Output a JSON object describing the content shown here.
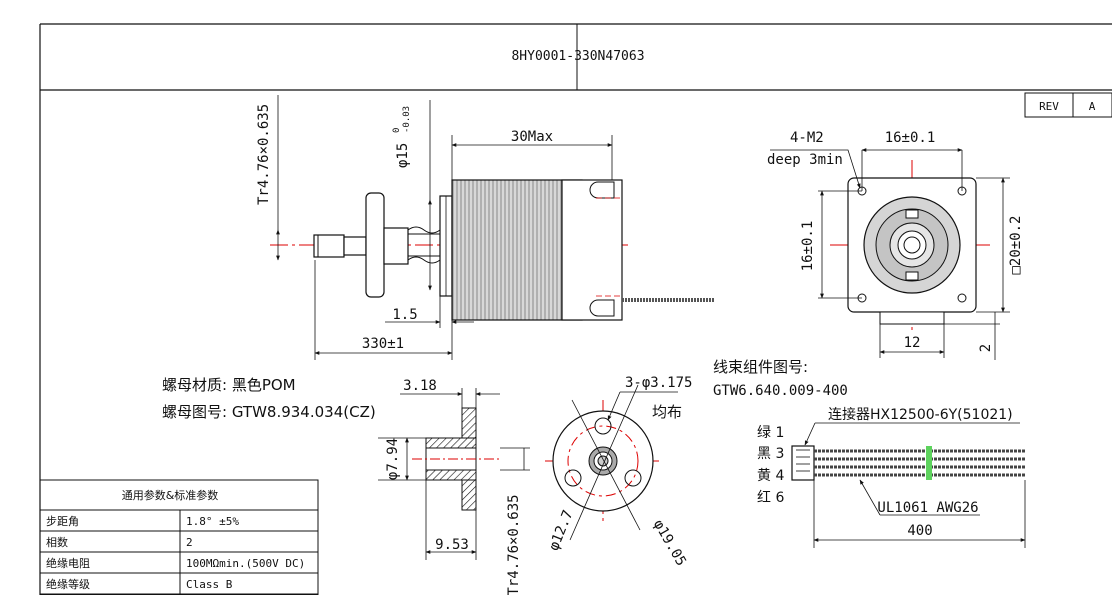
{
  "title_block": {
    "drawing_number": "8HY0001-330N47063",
    "rev_label": "REV",
    "rev_value": "A"
  },
  "side_view": {
    "thread_spec": "Tr4.76×0.635",
    "shaft_dia": "φ15",
    "shaft_tol_upper": "0",
    "shaft_tol_lower": "-0.03",
    "motor_length": "30Max",
    "flange_thickness": "1.5",
    "screw_length": "330±1"
  },
  "front_view": {
    "hole_spec": "4-M2",
    "hole_depth": "deep 3min",
    "hole_spacing_h": "16±0.1",
    "hole_spacing_v": "16±0.1",
    "body_size": "□20±0.2",
    "tab_width": "12",
    "tab_height": "2"
  },
  "nut_info": {
    "material": "螺母材质: 黑色POM",
    "drawing": "螺母图号: GTW8.934.034(CZ)"
  },
  "nut_views": {
    "flange_thickness": "3.18",
    "bore_dia": "φ7.94",
    "nut_length": "9.53",
    "thread_spec": "Tr4.76×0.635",
    "hole_spec": "3-φ3.175",
    "hole_distribution": "均布",
    "pcd": "φ12.7",
    "outer_dia": "φ19.05"
  },
  "harness": {
    "title": "线束组件图号:",
    "part_number": "GTW6.640.009-400",
    "connector": "连接器HX12500-6Y(51021)",
    "wires": [
      {
        "label": "绿 1"
      },
      {
        "label": "黑 3"
      },
      {
        "label": "黄 4"
      },
      {
        "label": "红 6"
      }
    ],
    "cable_spec": "UL1061 AWG26",
    "length": "400"
  },
  "param_table": {
    "header": "通用参数&标准参数",
    "rows": [
      {
        "name": "步距角",
        "value": "1.8° ±5%"
      },
      {
        "name": "相数",
        "value": "2"
      },
      {
        "name": "绝缘电阻",
        "value": "100MΩmin.(500V DC)"
      },
      {
        "name": "绝缘等级",
        "value": "Class B"
      }
    ]
  }
}
